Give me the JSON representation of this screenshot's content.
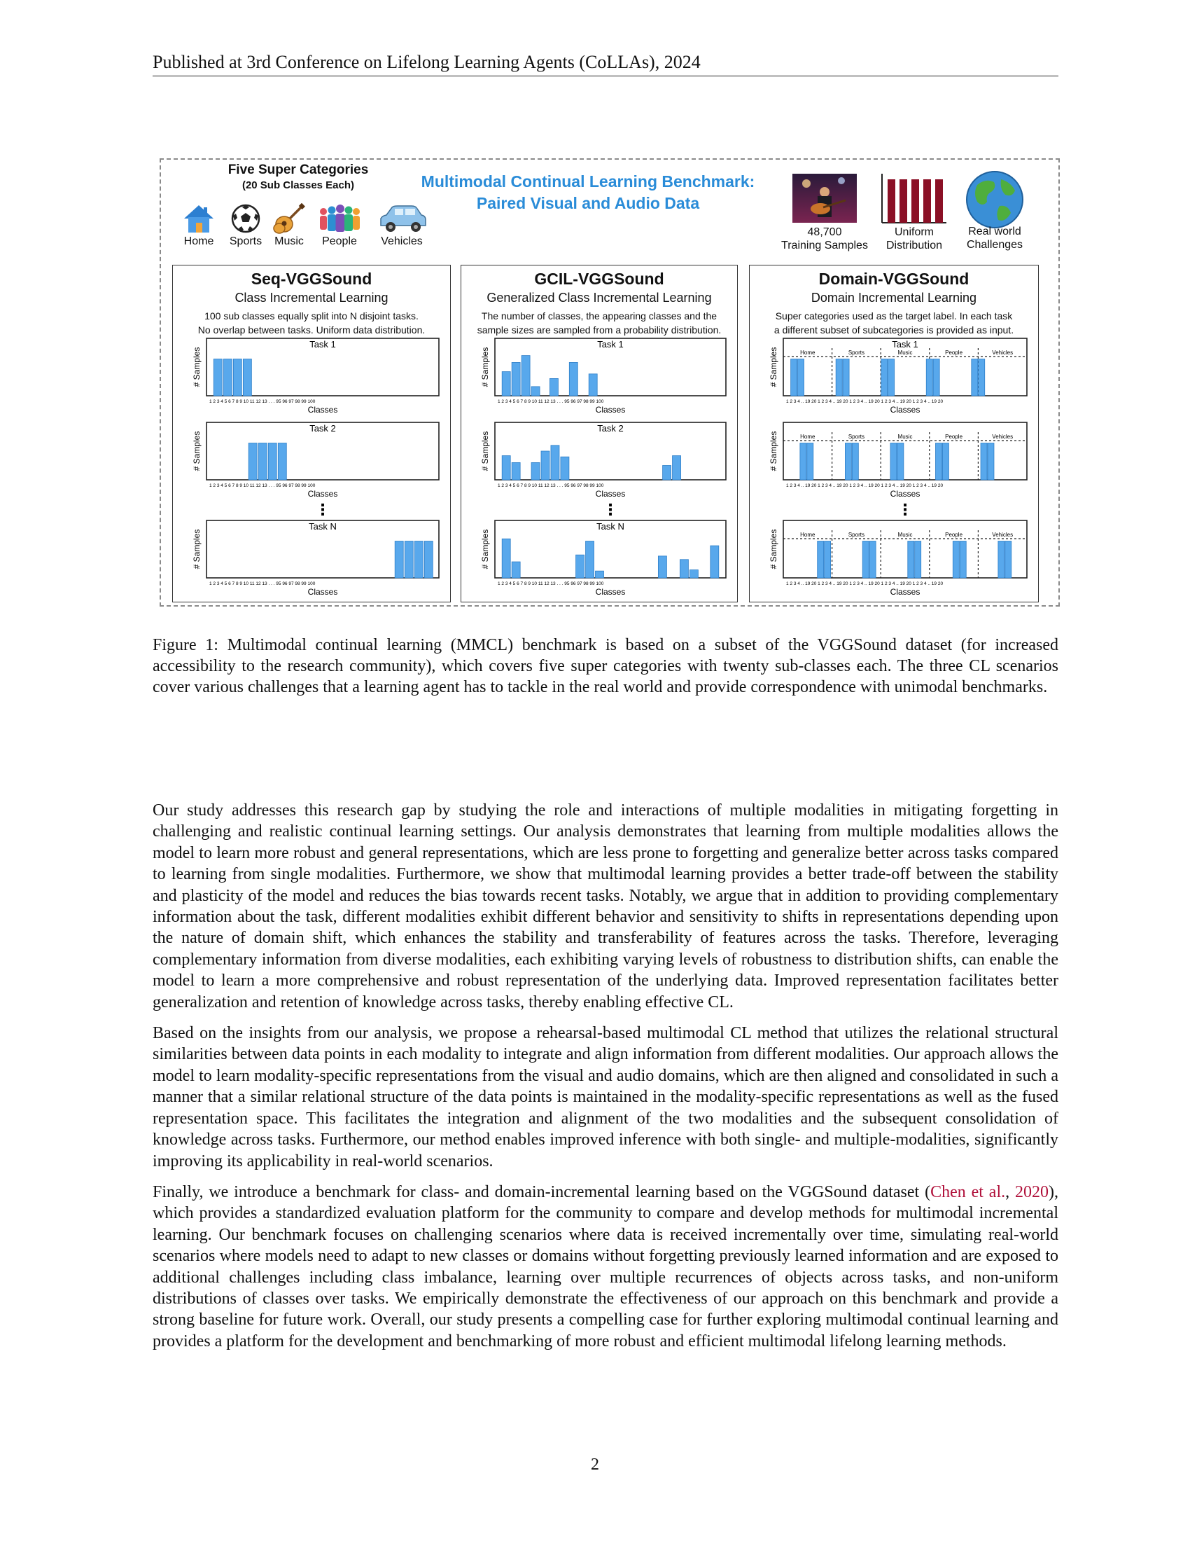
{
  "header": {
    "text": "Published at 3rd Conference on Lifelong Learning Agents (CoLLAs), 2024"
  },
  "figure": {
    "categories_title": "Five Super Categories",
    "categories_subtitle": "(20 Sub Classes Each)",
    "categories": [
      "Home",
      "Sports",
      "Music",
      "People",
      "Vehicles"
    ],
    "benchmark_title_line1": "Multimodal Continual Learning Benchmark:",
    "benchmark_title_line2": "Paired Visual and Audio Data",
    "stats": {
      "samples": [
        "48,700",
        "Training Samples"
      ],
      "distribution": [
        "Uniform",
        "Distribution"
      ],
      "challenges": [
        "Real world",
        "Challenges"
      ]
    },
    "panels": [
      {
        "title": "Seq-VGGSound",
        "subtitle": "Class Incremental Learning",
        "desc_line1": "100 sub classes equally split into N disjoint tasks.",
        "desc_line2": "No overlap between tasks. Uniform data distribution.",
        "y_label": "# Samples",
        "x_label": "Classes",
        "tick_text": "1  2  3  4  5  6  7  8  9  10  11  12  13  . . .  95  96  97  98  99  100",
        "ellipsis": "⋮",
        "tasks": [
          {
            "label": "Task 1",
            "bars": [
              [
                0.02,
                0.64
              ],
              [
                0.065,
                0.64
              ],
              [
                0.11,
                0.64
              ],
              [
                0.155,
                0.64
              ]
            ]
          },
          {
            "label": "Task 2",
            "bars": [
              [
                0.18,
                0.64
              ],
              [
                0.225,
                0.64
              ],
              [
                0.27,
                0.64
              ],
              [
                0.315,
                0.64
              ]
            ]
          },
          {
            "label": "Task N",
            "bars": [
              [
                0.85,
                0.64
              ],
              [
                0.895,
                0.64
              ],
              [
                0.94,
                0.64
              ],
              [
                0.985,
                0.64
              ]
            ]
          }
        ]
      },
      {
        "title": "GCIL-VGGSound",
        "subtitle": "Generalized Class Incremental Learning",
        "desc_line1": "The number of classes, the appearing classes and the",
        "desc_line2": "sample sizes are sampled from a probability distribution.",
        "y_label": "# Samples",
        "x_label": "Classes",
        "tick_text": "1  2  3  4  5  6  7  8  9  10  11  12  13  . . .  95  96  97  98  99  100",
        "ellipsis": "⋮",
        "tasks": [
          {
            "label": "Task 1",
            "bars": [
              [
                0.02,
                0.42
              ],
              [
                0.065,
                0.58
              ],
              [
                0.11,
                0.7
              ],
              [
                0.155,
                0.16
              ],
              [
                0.24,
                0.3
              ],
              [
                0.33,
                0.58
              ],
              [
                0.42,
                0.38
              ]
            ]
          },
          {
            "label": "Task 2",
            "bars": [
              [
                0.02,
                0.42
              ],
              [
                0.065,
                0.3
              ],
              [
                0.155,
                0.3
              ],
              [
                0.2,
                0.5
              ],
              [
                0.245,
                0.6
              ],
              [
                0.29,
                0.4
              ],
              [
                0.76,
                0.25
              ],
              [
                0.805,
                0.42
              ]
            ]
          },
          {
            "label": "Task N",
            "bars": [
              [
                0.02,
                0.68
              ],
              [
                0.065,
                0.28
              ],
              [
                0.36,
                0.4
              ],
              [
                0.405,
                0.64
              ],
              [
                0.45,
                0.12
              ],
              [
                0.74,
                0.38
              ],
              [
                0.84,
                0.32
              ],
              [
                0.885,
                0.14
              ],
              [
                0.98,
                0.56
              ]
            ]
          }
        ]
      },
      {
        "title": "Domain-VGGSound",
        "subtitle": "Domain Incremental Learning",
        "desc_line1": "Super categories used as the target label. In each task",
        "desc_line2": "a different subset of subcategories is provided as input.",
        "y_label": "# Samples",
        "x_label": "Classes",
        "tick_text": "1 2 3 4 .. 19 20  1 2 3 4 .. 19 20  1 2 3 4 .. 19 20  1 2 3 4 .. 19 20  1 2 3 4 .. 19 20",
        "ellipsis": "⋮",
        "tasks": [
          {
            "label": "Task 1",
            "bars": [
              [
                0.02,
                0.64
              ],
              [
                0.05,
                0.64
              ],
              [
                0.215,
                0.64
              ],
              [
                0.245,
                0.64
              ],
              [
                0.41,
                0.64
              ],
              [
                0.44,
                0.64
              ],
              [
                0.605,
                0.64
              ],
              [
                0.635,
                0.64
              ],
              [
                0.8,
                0.64
              ],
              [
                0.83,
                0.64
              ]
            ]
          },
          {
            "label": "",
            "bars": [
              [
                0.06,
                0.64
              ],
              [
                0.09,
                0.64
              ],
              [
                0.255,
                0.64
              ],
              [
                0.285,
                0.64
              ],
              [
                0.45,
                0.64
              ],
              [
                0.48,
                0.64
              ],
              [
                0.645,
                0.64
              ],
              [
                0.675,
                0.64
              ],
              [
                0.84,
                0.64
              ],
              [
                0.87,
                0.64
              ]
            ]
          },
          {
            "label": "",
            "bars": [
              [
                0.135,
                0.64
              ],
              [
                0.165,
                0.64
              ],
              [
                0.33,
                0.64
              ],
              [
                0.36,
                0.64
              ],
              [
                0.525,
                0.64
              ],
              [
                0.555,
                0.64
              ],
              [
                0.72,
                0.64
              ],
              [
                0.75,
                0.64
              ],
              [
                0.915,
                0.64
              ],
              [
                0.945,
                0.64
              ]
            ]
          }
        ]
      }
    ]
  },
  "caption": "Figure 1: Multimodal continual learning (MMCL) benchmark is based on a subset of the VGGSound dataset (for increased accessibility to the research community), which covers five super categories with twenty sub-classes each. The three CL scenarios cover various challenges that a learning agent has to tackle in the real world and provide correspondence with unimodal benchmarks.",
  "paragraphs": {
    "p1": "Our study addresses this research gap by studying the role and interactions of multiple modalities in mitigating forgetting in challenging and realistic continual learning settings. Our analysis demonstrates that learning from multiple modalities allows the model to learn more robust and general representations, which are less prone to forgetting and generalize better across tasks compared to learning from single modalities. Furthermore, we show that multimodal learning provides a better trade-off between the stability and plasticity of the model and reduces the bias towards recent tasks. Notably, we argue that in addition to providing complementary information about the task, different modalities exhibit different behavior and sensitivity to shifts in representations depending upon the nature of domain shift, which enhances the stability and transferability of features across the tasks. Therefore, leveraging complementary information from diverse modalities, each exhibiting varying levels of robustness to distribution shifts, can enable the model to learn a more comprehensive and robust representation of the underlying data. Improved representation facilitates better generalization and retention of knowledge across tasks, thereby enabling effective CL.",
    "p2": "Based on the insights from our analysis, we propose a rehearsal-based multimodal CL method that utilizes the relational structural similarities between data points in each modality to integrate and align information from different modalities. Our approach allows the model to learn modality-specific representations from the visual and audio domains, which are then aligned and consolidated in such a manner that a similar relational structure of the data points is maintained in the modality-specific representations as well as the fused representation space. This facilitates the integration and alignment of the two modalities and the subsequent consolidation of knowledge across tasks. Furthermore, our method enables improved inference with both single- and multiple-modalities, significantly improving its applicability in real-world scenarios.",
    "p3_start": "Finally, we introduce a benchmark for class- and domain-incremental learning based on the VGGSound dataset (",
    "p3_cite_name": "Chen et al.",
    "p3_cite_sep": ", ",
    "p3_cite_year": "2020",
    "p3_end": "), which provides a standardized evaluation platform for the community to compare and develop methods for multimodal incremental learning. Our benchmark focuses on challenging scenarios where data is received incrementally over time, simulating real-world scenarios where models need to adapt to new classes or domains without forgetting previously learned information and are exposed to additional challenges including class imbalance, learning over multiple recurrences of objects across tasks, and non-uniform distributions of classes over tasks. We empirically demonstrate the effectiveness of our approach on this benchmark and provide a strong baseline for future work. Overall, our study presents a compelling case for further exploring multimodal continual learning and provides a platform for the development and benchmarking of more robust and efficient multimodal lifelong learning methods."
  },
  "page_number": "2",
  "colors": {
    "bar": "#58a8ec",
    "bar_stroke": "#2f7fc8",
    "title_blue": "#2a8cd8",
    "cite": "#b0103a",
    "uniform_bars": "#8b1026"
  }
}
